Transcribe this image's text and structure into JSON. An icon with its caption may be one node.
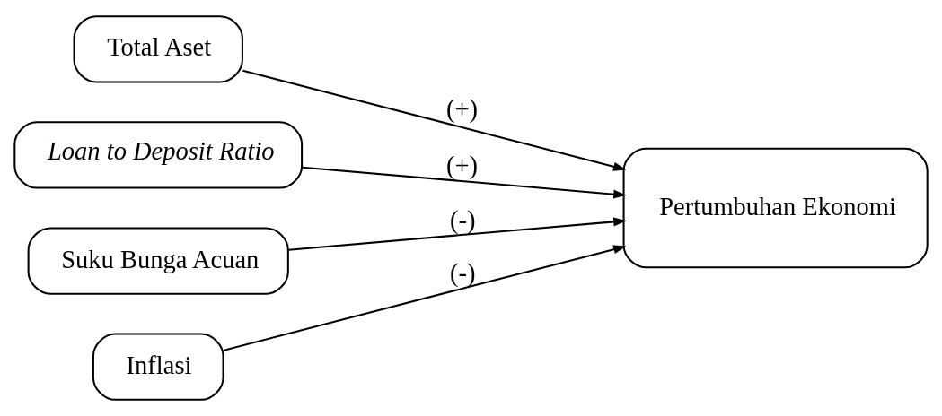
{
  "diagram": {
    "nodes": [
      {
        "text": [
          "Total Aset"
        ]
      },
      {
        "text": [
          "Loan to Deposit Ratio"
        ]
      },
      {
        "text": [
          "Suku Bunga Acuan"
        ]
      },
      {
        "text": [
          "Inflasi"
        ]
      },
      {
        "text": [
          "Pertumbuhan Ekonomi"
        ]
      }
    ],
    "edges": [
      {
        "from": 0,
        "to": 4,
        "arrow": "to",
        "label": "(+)"
      },
      {
        "from": 1,
        "to": 4,
        "arrow": "to",
        "label": "(+)"
      },
      {
        "from": 2,
        "to": 4,
        "arrow": "to",
        "label": "(-)"
      },
      {
        "from": 3,
        "to": 4,
        "arrow": "to",
        "label": "(-)"
      }
    ]
  }
}
